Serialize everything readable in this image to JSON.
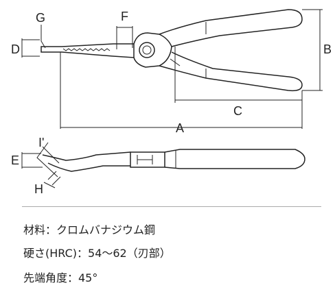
{
  "diagram": {
    "labels": {
      "g": "G",
      "f": "F",
      "d": "D",
      "b": "B",
      "c": "C",
      "a": "A",
      "i": "I'",
      "e": "E",
      "h": "H"
    }
  },
  "specs": {
    "material": "材料：クロムバナジウム鋼",
    "hardness": "硬さ(HRC)：54〜62（刃部）",
    "tip_angle": "先端角度：45°"
  }
}
